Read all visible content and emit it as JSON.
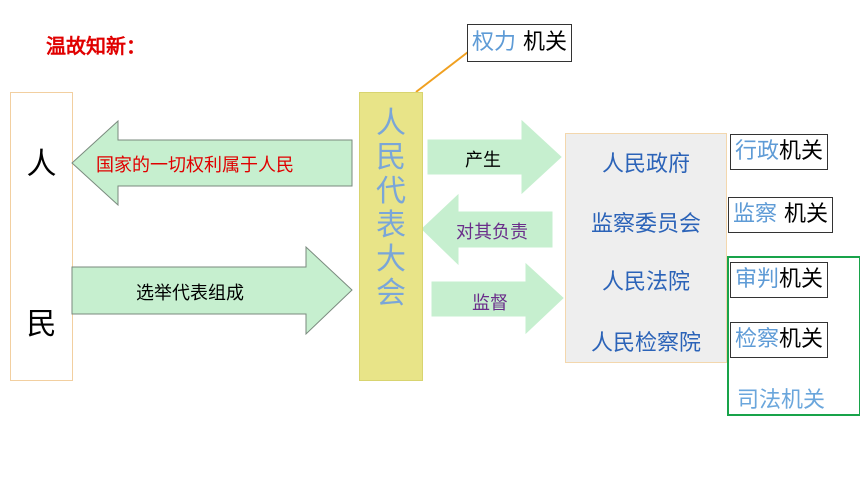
{
  "title": "温故知新：",
  "people": {
    "char1": "人",
    "char2": "民"
  },
  "npc": {
    "label": "人民代表大会"
  },
  "power_organ": {
    "part1": "权力",
    "part2": "机关"
  },
  "arrows": {
    "rights": "国家的一切权利属于人民",
    "elect": "选举代表组成",
    "produce": "产生",
    "responsible": "对其负责",
    "supervise": "监督"
  },
  "organs": [
    {
      "name": "人民政府",
      "type_a": "行政",
      "type_b": "机关"
    },
    {
      "name": "监察委员会",
      "type_a": "监察",
      "type_b": "机关"
    },
    {
      "name": "人民法院",
      "type_a": "审判",
      "type_b": "机关"
    },
    {
      "name": "人民检察院",
      "type_a": "检察",
      "type_b": "机关"
    }
  ],
  "judicial_label": "司法机关",
  "colors": {
    "rights_text": "#e00000",
    "arrow_fill": "#c6efcf",
    "npc_fill": "#e8e488",
    "organ_text": "#2b63b8",
    "connector": "#f0a020",
    "frame": "#18a34a"
  }
}
